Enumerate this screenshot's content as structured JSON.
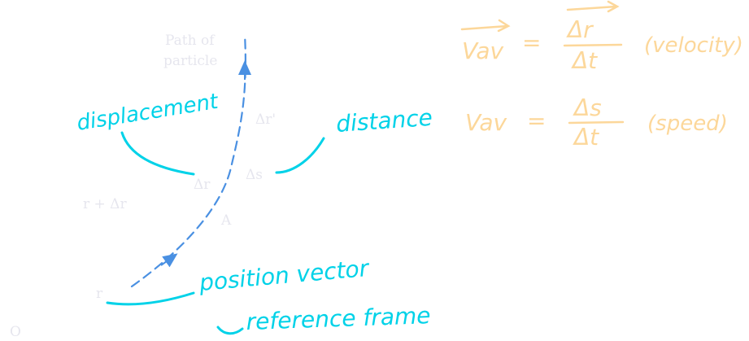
{
  "figure": {
    "labels": {
      "path_line1": "Path of",
      "path_line2": "particle",
      "delta_r_prime": "Δr'",
      "delta_s": "Δs",
      "delta_r": "Δr",
      "r_plus_delta_r": "r + Δr",
      "a": "A",
      "r": "r",
      "origin": "O"
    },
    "annotations": {
      "displacement": "displacement",
      "distance": "distance",
      "position_vector": "position vector",
      "reference_frame": "reference frame"
    },
    "equations": {
      "velocity_lhs": "Vav",
      "velocity_num": "Δr",
      "velocity_den": "Δt",
      "velocity_note": "(velocity)",
      "speed_lhs": "Vav",
      "speed_num": "Δs",
      "speed_den": "Δt",
      "speed_note": "(speed)",
      "equals": "="
    },
    "colors": {
      "path": "#4a90e2",
      "ink_blue": "#00d2e8",
      "ink_orange": "#fcd79a",
      "faint_text": "#e6e6ee"
    }
  }
}
